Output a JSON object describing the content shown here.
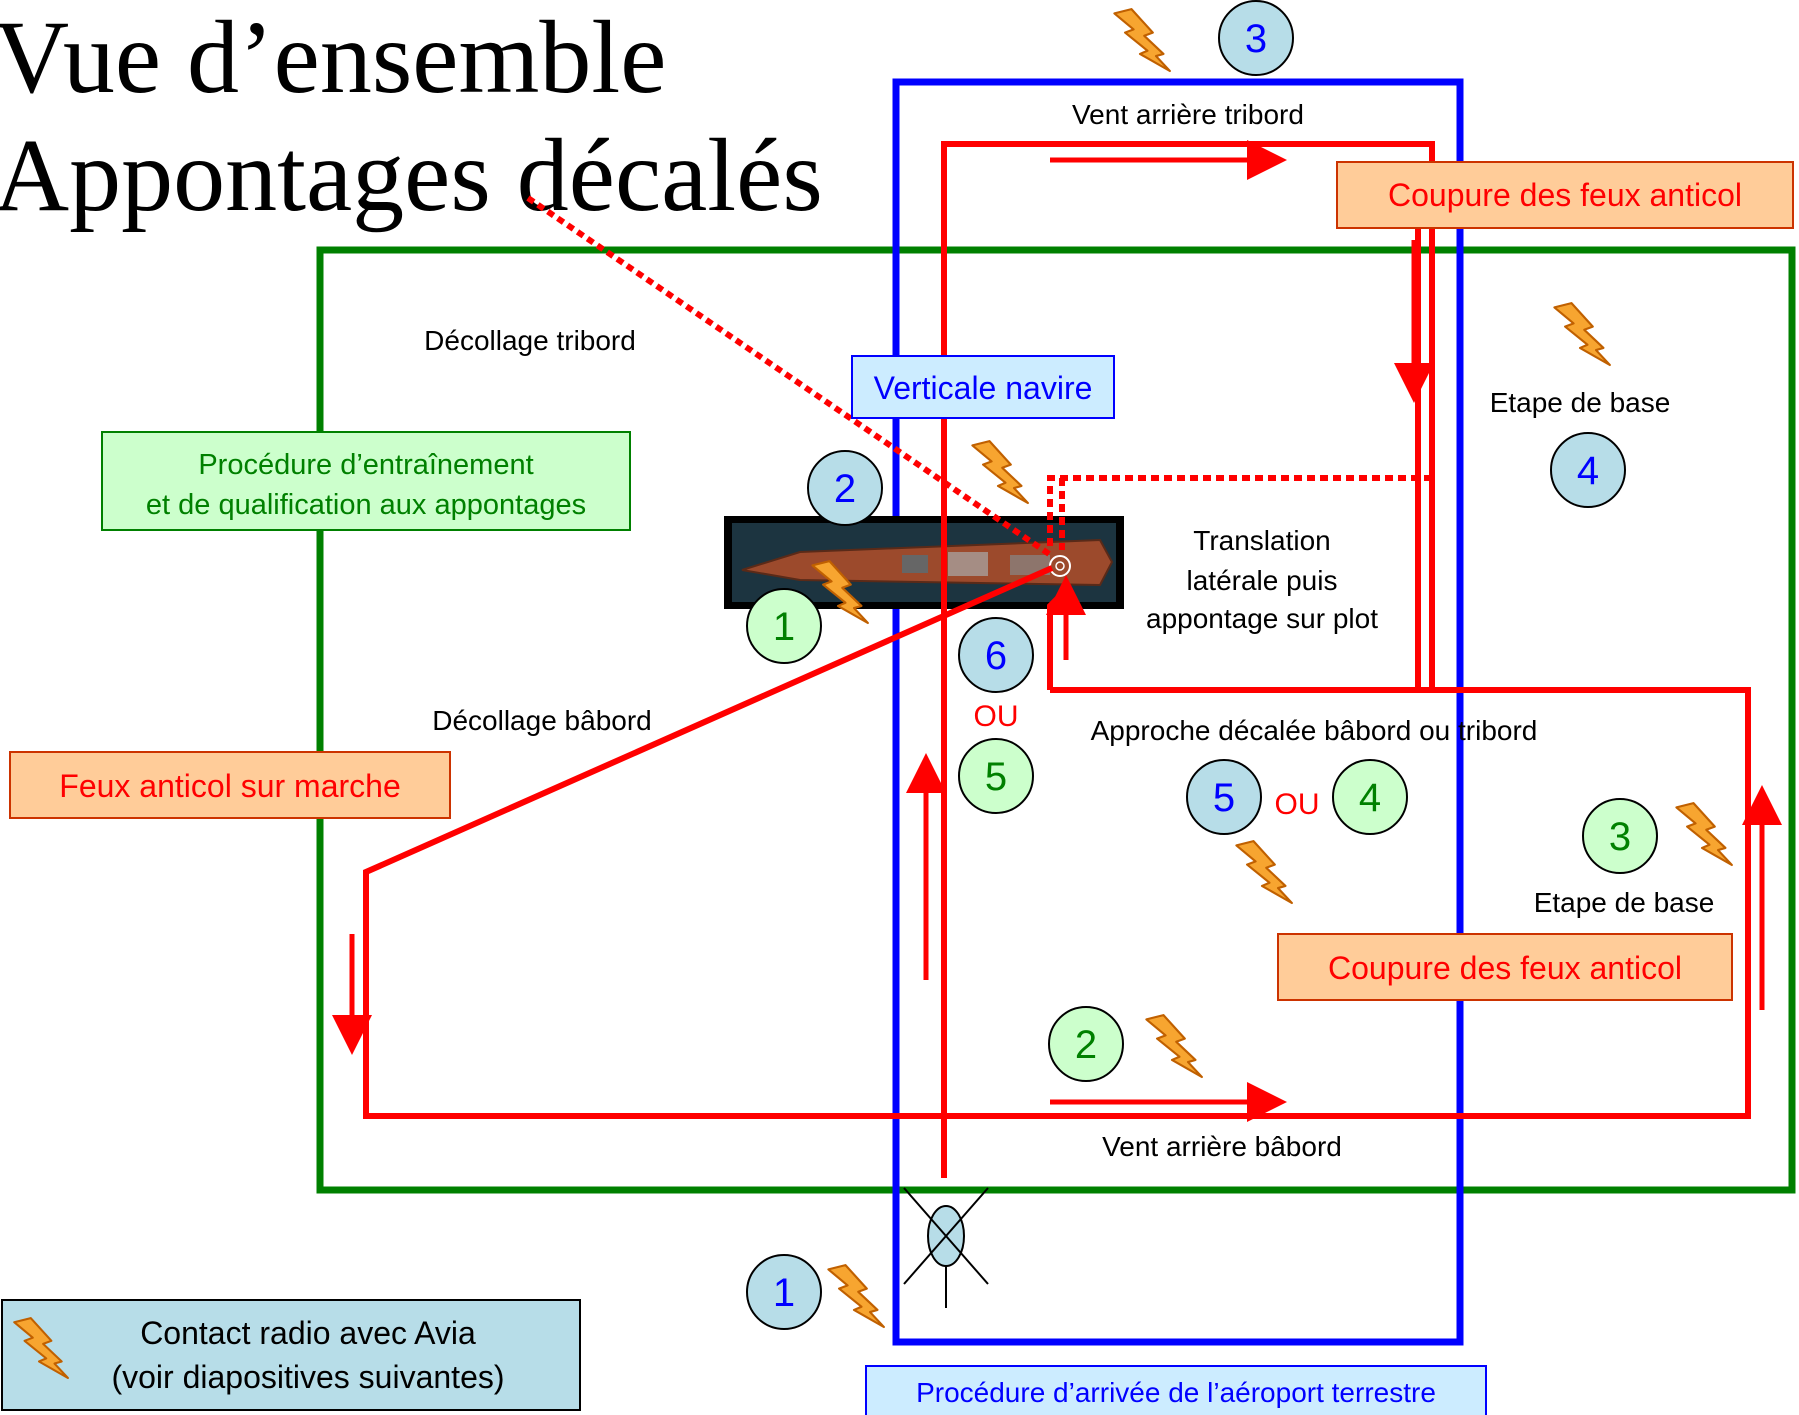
{
  "title": {
    "line1": "Vue d’ensemble",
    "line2": "Appontages décalés"
  },
  "labels": {
    "vent_arriere_tribord": "Vent arrière tribord",
    "vent_arriere_babord": "Vent arrière bâbord",
    "decollage_tribord": "Décollage tribord",
    "decollage_babord": "Décollage bâbord",
    "etape_base_top": "Etape de base",
    "etape_base_bottom": "Etape de base",
    "translation_1": "Translation",
    "translation_2": "latérale puis",
    "translation_3": "appontage sur plot",
    "approche": "Approche décalée bâbord ou tribord",
    "ou_center": "OU",
    "ou_right": "OU"
  },
  "boxes": {
    "coupure_top": "Coupure des feux anticol",
    "coupure_bottom": "Coupure des feux anticol",
    "feux_marche": "Feux anticol sur marche",
    "verticale_navire": "Verticale navire",
    "procedure_entrainement_1": "Procédure d’entraînement",
    "procedure_entrainement_2": "et de qualification aux appontages",
    "procedure_arrivee": "Procédure d’arrivée de l’aéroport terrestre"
  },
  "legend": {
    "line1": "Contact radio avec Avia",
    "line2": "(voir diapositives suivantes)"
  },
  "steps": {
    "blue_3_top": "3",
    "blue_2_ship": "2",
    "blue_4_right": "4",
    "blue_6_center": "6",
    "blue_5_center": "5",
    "blue_1_bottom": "1",
    "green_1_ship": "1",
    "green_5_center": "5",
    "green_4_center": "4",
    "green_3_right": "3",
    "green_2_bottom": "2"
  },
  "colors": {
    "training_circuit": "#008000",
    "arrival_circuit": "#0000ff",
    "flight_path": "#ff0000",
    "blue_step_fill": "#b7dde8",
    "green_step_fill": "#ccffcc",
    "orange_box_fill": "#ffcc99",
    "blue_box_fill": "#ccecff",
    "green_box_fill": "#ccffcc",
    "legend_fill": "#b7dde8",
    "lightning_fill": "#f7a530"
  }
}
